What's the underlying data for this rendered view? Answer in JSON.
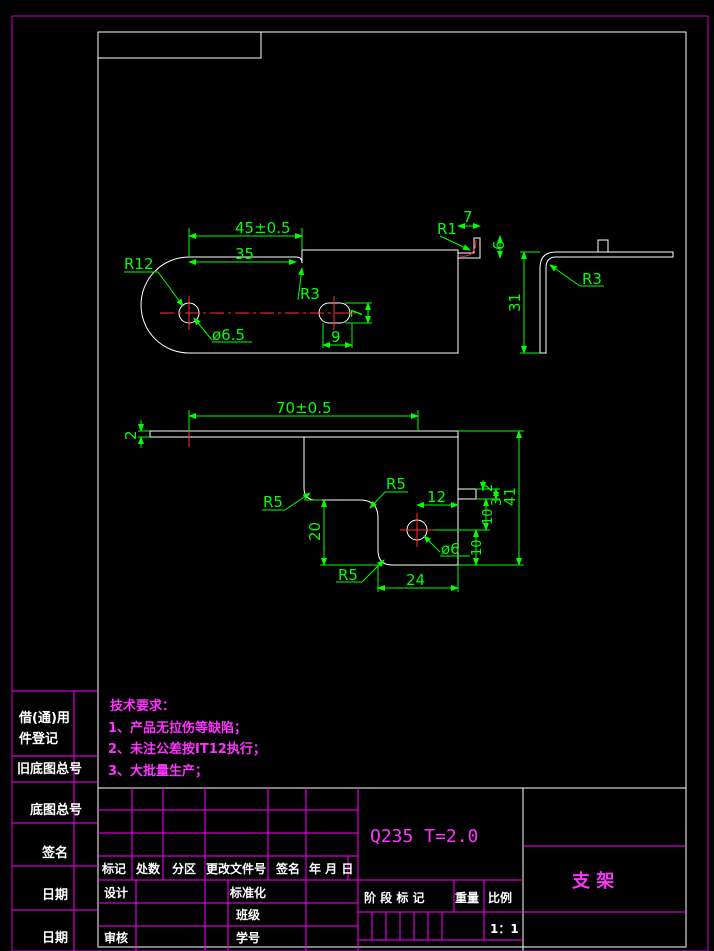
{
  "dimensions": {
    "top_view": {
      "d45": "45±0.5",
      "d35": "35",
      "r12": "R12",
      "r3": "R3",
      "dia65": "ø6.5",
      "d7": "7",
      "d9": "9",
      "r1": "R1",
      "d7b": "7",
      "d6": "6"
    },
    "side_view": {
      "d31": "31",
      "r3": "R3"
    },
    "front_view": {
      "d70": "70±0.5",
      "d2": "2",
      "r5a": "R5",
      "r5b": "R5",
      "r5c": "R5",
      "d20": "20",
      "d12": "12",
      "dia6": "ø6",
      "d24": "24",
      "d2b": "2",
      "d10": "10",
      "d3": "3",
      "d10b": "10",
      "d41": "41"
    }
  },
  "tech_requirements": {
    "title": "技术要求：",
    "line1": "1、产品无拉伤等缺陷；",
    "line2": "2、未注公差按IT12执行；",
    "line3": "3、大批量生产；"
  },
  "side_labels": {
    "borrow_line1": "借(通)用",
    "borrow_line2": "件登记",
    "old_base": "旧底图总号",
    "base_no": "底图总号",
    "sign": "签名",
    "date1": "日期",
    "date2": "日期"
  },
  "title_block": {
    "material": "Q235   T=2.0",
    "part_name": "支  架",
    "header_cols": [
      "标记",
      "处数",
      "分区",
      "更改文件号",
      "签名",
      "年 月 日"
    ],
    "design": "设计",
    "standardize": "标准化",
    "check": "审核",
    "class_label": "班级",
    "student_no": "学号",
    "stage_mark": "阶 段 标 记",
    "weight": "重量",
    "scale": "比例",
    "scale_value": "1：1"
  },
  "colors": {
    "outline": "#ffffff",
    "dimension": "#00ff00",
    "border": "#ff00ff",
    "centerline": "#ff3030"
  }
}
